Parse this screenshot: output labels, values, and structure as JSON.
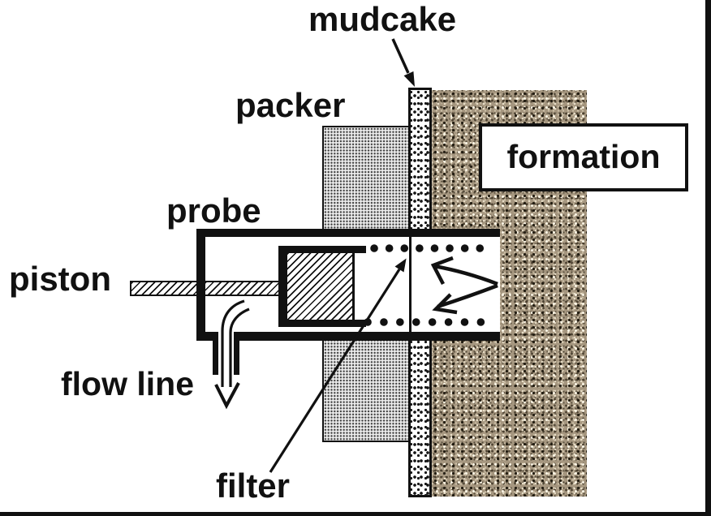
{
  "diagram": {
    "type": "schematic",
    "subject": "wireline formation tester probe cross-section",
    "labels": {
      "mudcake": "mudcake",
      "packer": "packer",
      "formation": "formation",
      "probe": "probe",
      "piston": "piston",
      "flow_line": "flow line",
      "filter": "filter"
    },
    "colors": {
      "ink": "#111111",
      "background": "#ffffff",
      "formation_fill": "#a5967f",
      "packer_fill": "#ececec"
    }
  }
}
